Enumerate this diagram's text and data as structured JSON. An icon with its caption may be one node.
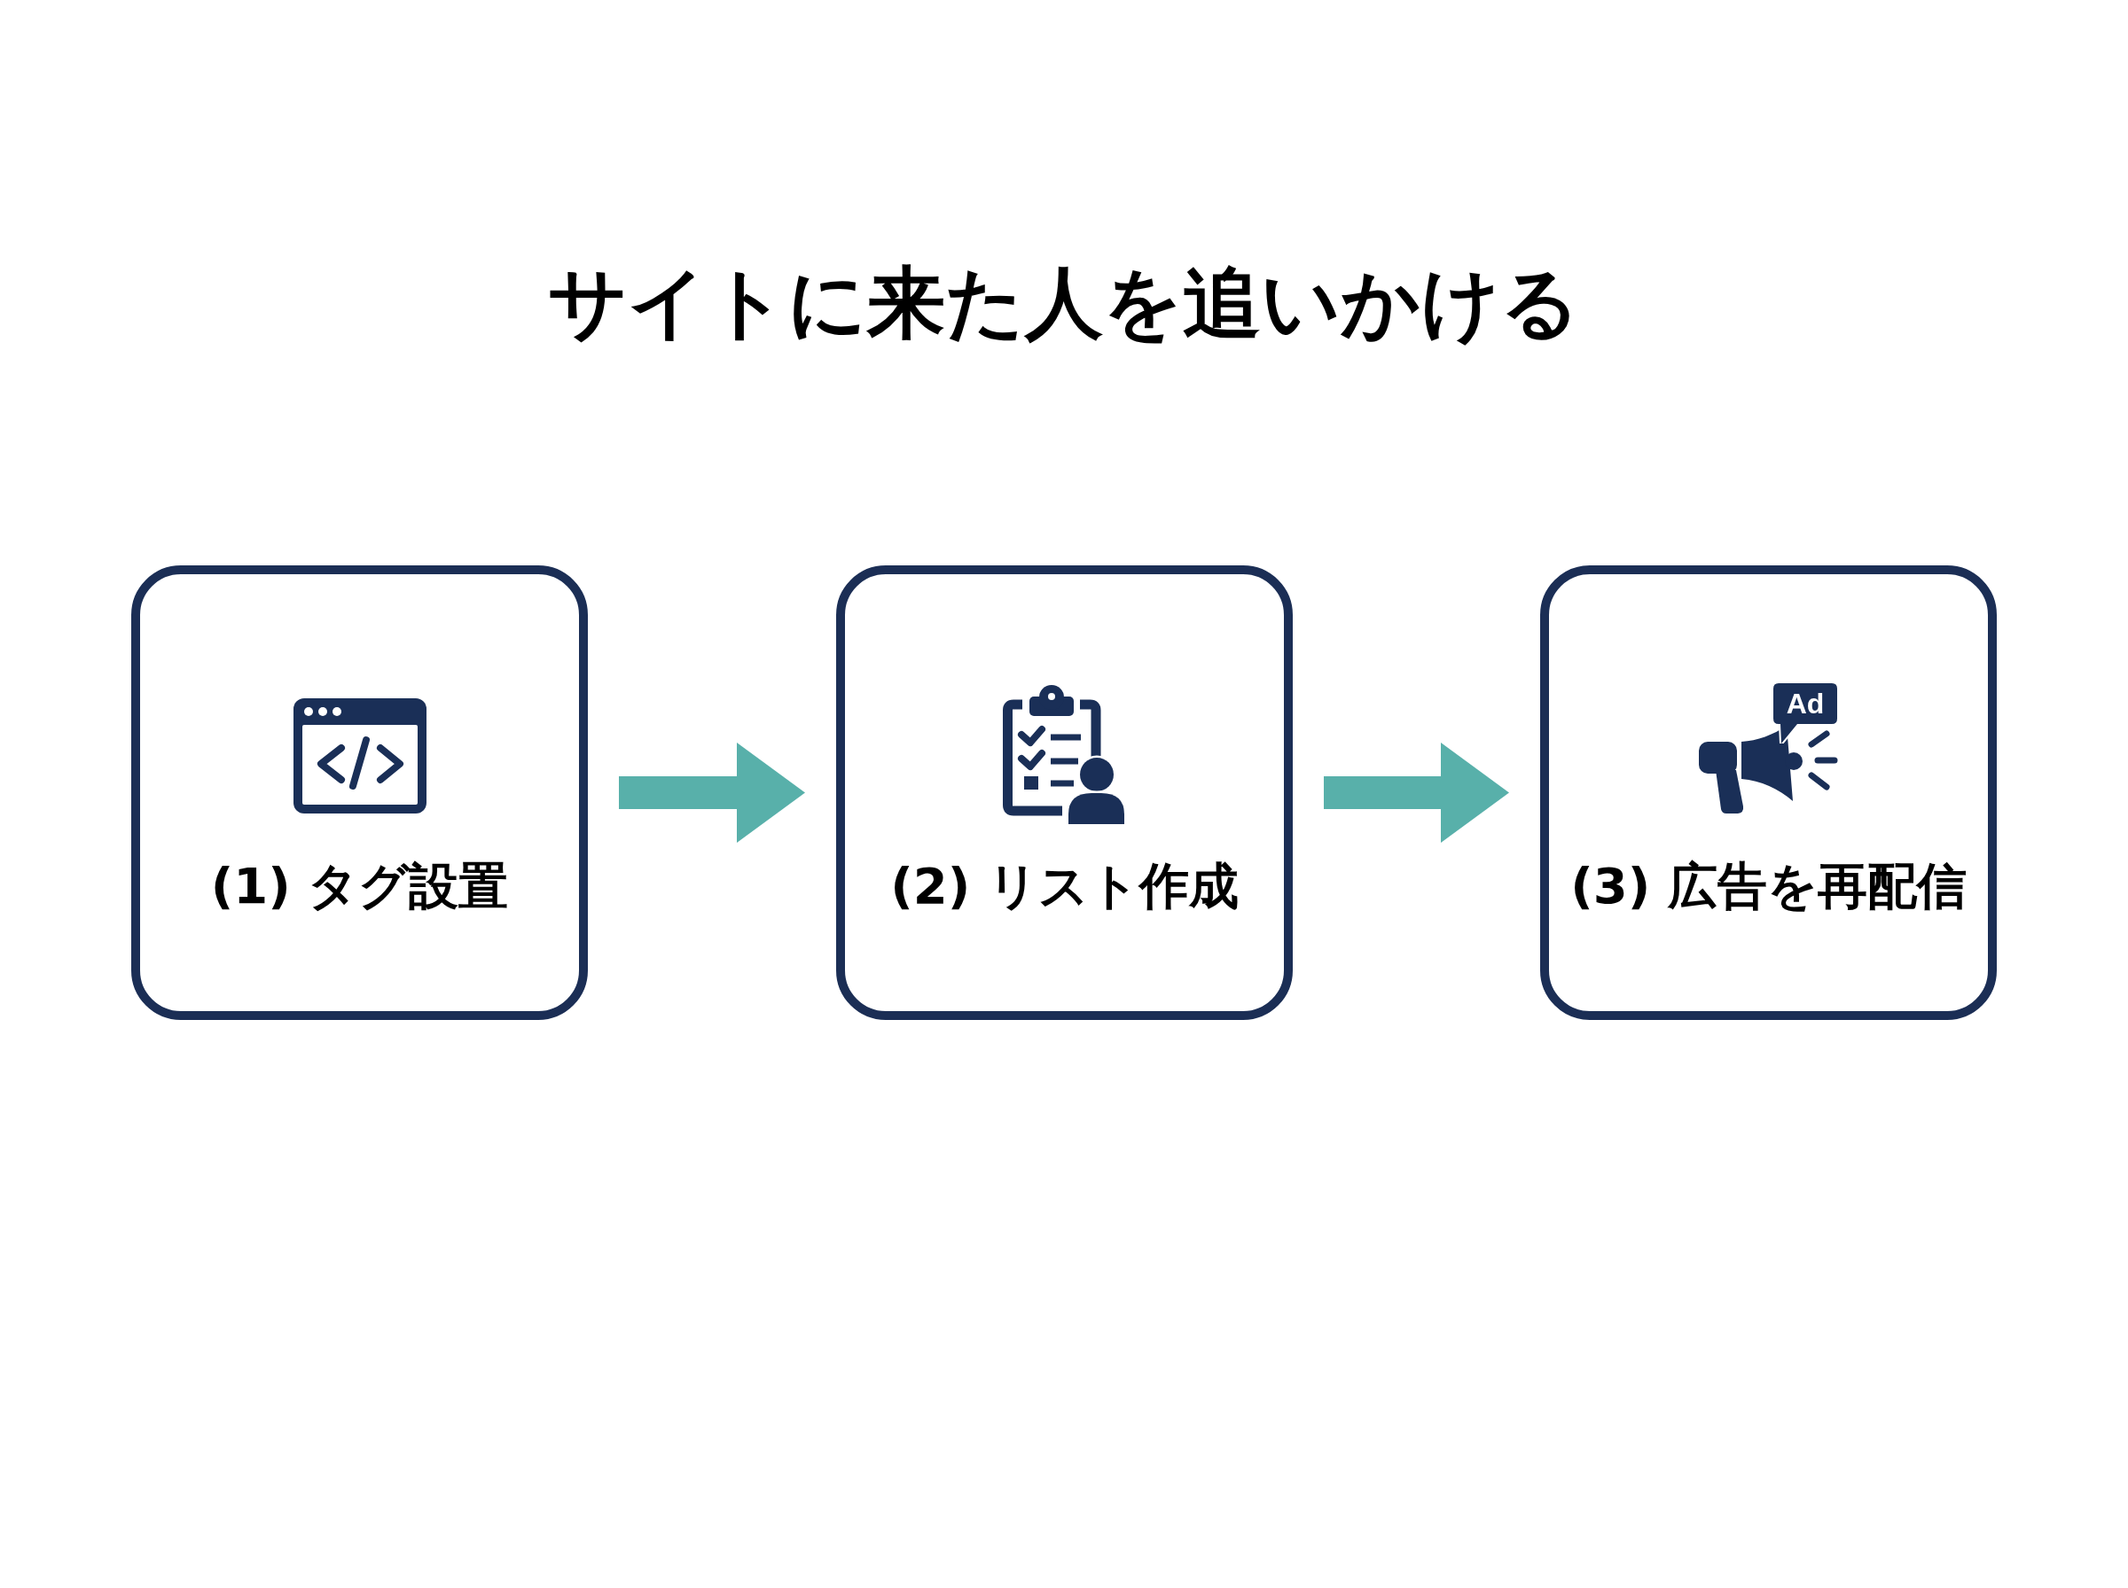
{
  "diagram": {
    "title": "サイトに来た人を追いかける",
    "nodes": [
      {
        "text": [
          "(1) タグ設置"
        ]
      },
      {
        "text": [
          "(2) リスト作成"
        ]
      },
      {
        "text": [
          "(3) 広告を再配信"
        ]
      }
    ],
    "edges": [
      {
        "from": 0,
        "to": 1,
        "arrow": "to"
      },
      {
        "from": 1,
        "to": 2,
        "arrow": "to"
      }
    ],
    "labels": [
      "Ad"
    ]
  }
}
